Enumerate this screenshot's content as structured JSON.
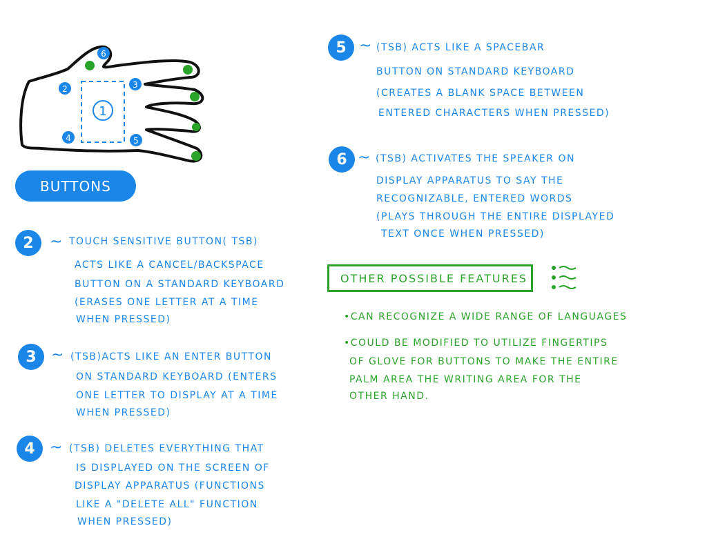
{
  "diagram": {
    "hand_labels": [
      "1",
      "2",
      "3",
      "4",
      "5",
      "6"
    ],
    "buttons_label": "BUTTONS",
    "buttons": [
      {
        "number": "2",
        "lines": [
          "TOUCH SENSITIVE BUTTON( TSB)",
          "ACTS LIKE A CANCEL/BACKSPACE",
          "BUTTON ON A STANDARD KEYBOARD",
          "(ERASES ONE LETTER AT A TIME",
          "WHEN PRESSED)"
        ]
      },
      {
        "number": "3",
        "lines": [
          "(TSB)ACTS LIKE AN ENTER BUTTON",
          "ON STANDARD KEYBOARD (ENTERS",
          "ONE LETTER TO DISPLAY AT A TIME",
          "WHEN PRESSED)"
        ]
      },
      {
        "number": "4",
        "lines": [
          "(TSB) DELETES EVERYTHING THAT",
          "IS DISPLAYED ON THE SCREEN OF",
          "DISPLAY APPARATUS (FUNCTIONS",
          "LIKE A \"DELETE ALL\" FUNCTION",
          "WHEN PRESSED)"
        ]
      },
      {
        "number": "5",
        "lines": [
          "(TSB) ACTS LIKE A SPACEBAR",
          "BUTTON ON STANDARD KEYBOARD",
          "(CREATES A BLANK SPACE BETWEEN",
          "ENTERED CHARACTERS WHEN PRESSED)"
        ]
      },
      {
        "number": "6",
        "lines": [
          "(TSB) ACTIVATES THE SPEAKER ON",
          "DISPLAY APPARATUS TO SAY THE",
          "RECOGNIZABLE, ENTERED WORDS",
          "(PLAYS THROUGH THE ENTIRE DISPLAYED",
          "TEXT ONCE WHEN PRESSED)"
        ]
      }
    ],
    "features_title": "OTHER POSSIBLE FEATURES",
    "features": [
      "•CAN RECOGNIZE A WIDE RANGE OF LANGUAGES",
      "•COULD BE MODIFIED TO UTILIZE FINGERTIPS",
      "OF GLOVE FOR BUTTONS TO MAKE THE ENTIRE",
      "PALM AREA THE WRITING AREA FOR THE",
      "OTHER HAND."
    ],
    "colors": {
      "blue": "#1a86e8",
      "green": "#2aa32a",
      "outline": "#111111"
    }
  }
}
